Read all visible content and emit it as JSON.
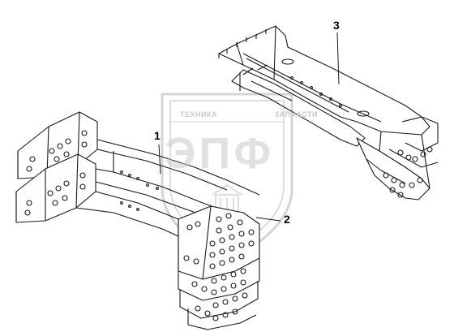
{
  "watermark": {
    "brand_left": "ТЕХНИКА",
    "brand_right": "ЗАПЧАСТИ",
    "logo": "ЭПФ"
  },
  "callouts": [
    {
      "id": "1",
      "text": "1"
    },
    {
      "id": "2",
      "text": "2"
    },
    {
      "id": "3",
      "text": "3"
    }
  ],
  "colors": {
    "line": "#1a1a1a",
    "watermark": "#c8c8c8",
    "background": "#ffffff"
  }
}
